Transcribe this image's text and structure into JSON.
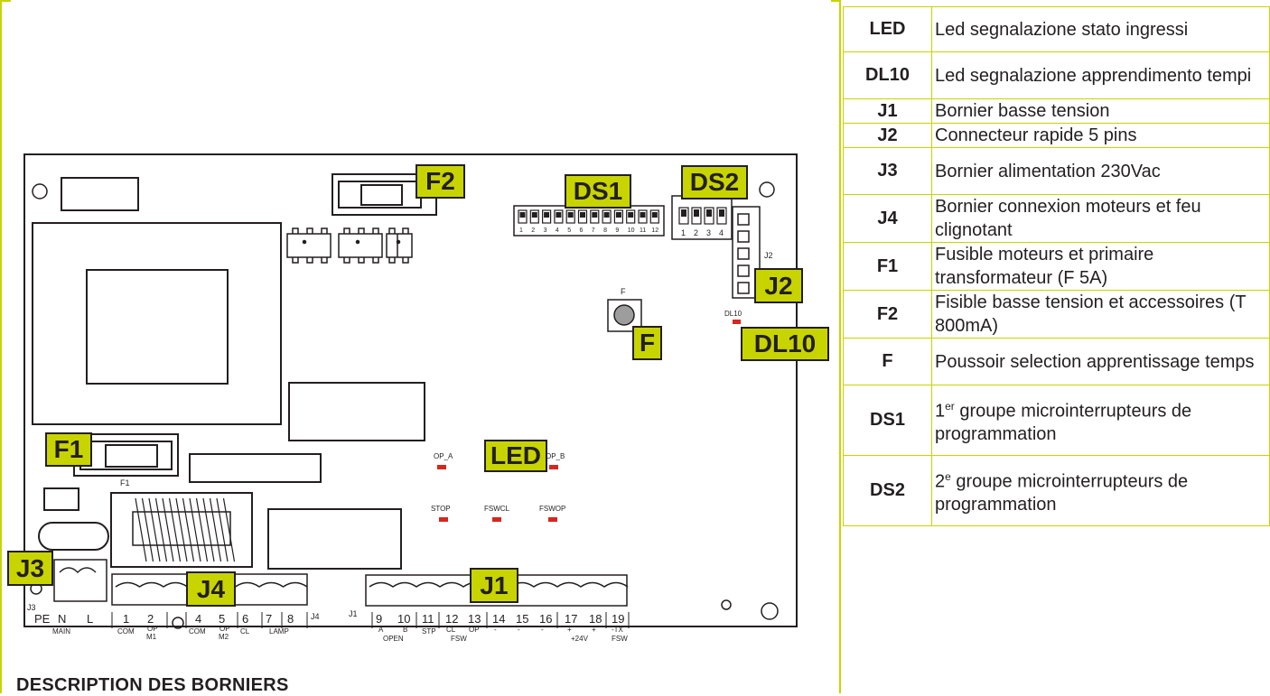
{
  "callouts": {
    "f2": "F2",
    "ds1": "DS1",
    "ds2": "DS2",
    "j2": "J2",
    "f": "F",
    "dl10": "DL10",
    "f1": "F1",
    "led": "LED",
    "j3": "J3",
    "j4": "J4",
    "j1": "J1"
  },
  "pcb_labels": {
    "f_button": "F",
    "dl10": "DL10",
    "f1": "F1",
    "j2": "J2",
    "j3": "J3",
    "j4": "J4",
    "j1": "J1",
    "op_a": "OP_A",
    "op_b": "OP_B",
    "stop": "STOP",
    "fswcl": "FSWCL",
    "fswop": "FSWOP",
    "ds1_numbers": [
      "1",
      "2",
      "3",
      "4",
      "5",
      "6",
      "7",
      "8",
      "9",
      "10",
      "11",
      "12"
    ],
    "ds2_numbers": [
      "1",
      "2",
      "3",
      "4"
    ]
  },
  "terminals": {
    "mains": {
      "numbers": [
        "PE",
        "N",
        "L"
      ],
      "group": "MAIN"
    },
    "j4": {
      "numbers": [
        "1",
        "2",
        "4",
        "5",
        "6",
        "7",
        "8"
      ],
      "sub": [
        "COM",
        "OP",
        "M1",
        "COM",
        "OP",
        "M2",
        "CL",
        "LAMP"
      ]
    },
    "j1": {
      "numbers": [
        "9",
        "10",
        "11",
        "12",
        "13",
        "14",
        "15",
        "16",
        "17",
        "18",
        "19"
      ],
      "sub": [
        "A",
        "B",
        "STP",
        "CL",
        "OP",
        "-",
        "-",
        "-",
        "+",
        "+",
        "-TX"
      ],
      "groups": [
        "OPEN",
        "FSW",
        "+24V",
        "FSW"
      ]
    }
  },
  "section_title": "DESCRIPTION DES BORNIERS",
  "legend": [
    {
      "key": "LED",
      "desc": "Led segnalazione stato ingressi"
    },
    {
      "key": "DL10",
      "desc": "Led segnalazione apprendimento tempi"
    },
    {
      "key": "J1",
      "desc": "Bornier basse tension"
    },
    {
      "key": "J2",
      "desc": "Connecteur rapide 5 pins"
    },
    {
      "key": "J3",
      "desc": "Bornier alimentation 230Vac"
    },
    {
      "key": "J4",
      "desc": "Bornier connexion moteurs et feu clignotant"
    },
    {
      "key": "F1",
      "desc": "Fusible moteurs et primaire transformateur (F 5A)"
    },
    {
      "key": "F2",
      "desc": "Fisible basse tension et accessoires (T 800mA)"
    },
    {
      "key": "F",
      "desc": "Poussoir selection apprentissage temps"
    },
    {
      "key": "DS1",
      "sup": "er",
      "pre": "1",
      "desc": "groupe microinterrupteurs de programmation"
    },
    {
      "key": "DS2",
      "sup": "e",
      "pre": "2",
      "desc": "groupe microinterrupteurs de programmation"
    }
  ],
  "colors": {
    "accent": "#c8d400",
    "ink": "#231f20",
    "led": "#d7261e",
    "button": "#9d9d9d"
  }
}
